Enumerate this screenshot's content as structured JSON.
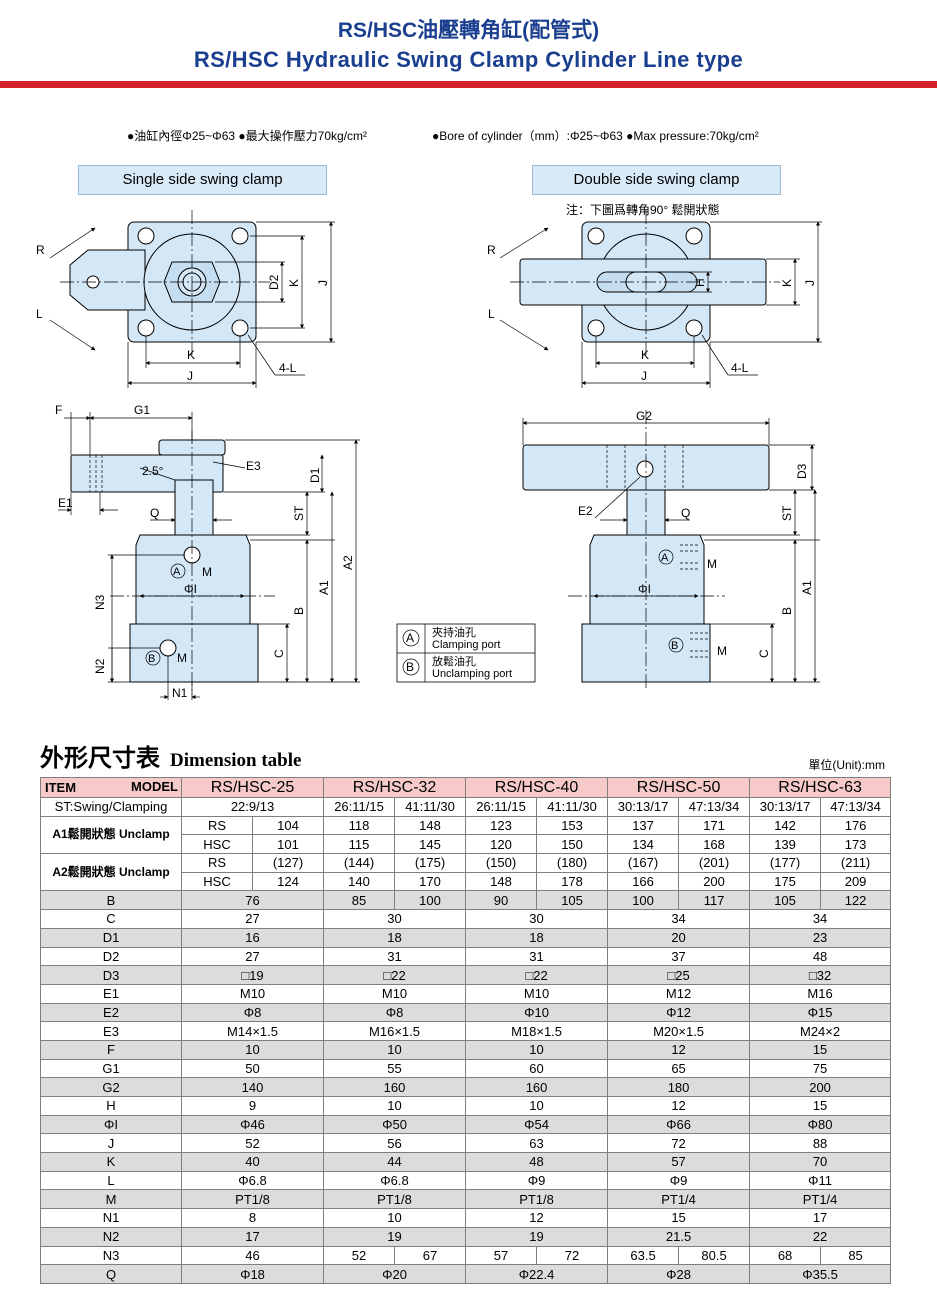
{
  "header": {
    "title_cn": "RS/HSC油壓轉角缸(配管式)",
    "title_en": "RS/HSC Hydraulic Swing Clamp Cylinder Line type",
    "spec_cn": "●油缸內徑Φ25~Φ63 ●最大操作壓力70kg/cm²",
    "spec_en": "●Bore of cylinder（mm）:Φ25~Φ63 ●Max pressure:70kg/cm²"
  },
  "captions": {
    "single": "Single side swing clamp",
    "double": "Double side swing clamp",
    "note": "注：下圖爲轉角90° 鬆開狀態"
  },
  "drawing_labels": {
    "R": "R",
    "L": "L",
    "K": "K",
    "J": "J",
    "D2": "D2",
    "H": "H",
    "L4": "4-L",
    "F": "F",
    "G1": "G1",
    "G2": "G2",
    "E1": "E1",
    "E2": "E2",
    "E3": "E3",
    "Q": "Q",
    "D1": "D1",
    "D3": "D3",
    "ST": "ST",
    "A1": "A1",
    "A2": "A2",
    "B": "B",
    "C": "C",
    "N1": "N1",
    "N2": "N2",
    "N3": "N3",
    "PhiI": "ΦI",
    "M": "M",
    "A": "A",
    "Bport": "B",
    "angle": "2.5°"
  },
  "legend": {
    "a_cn": "夾持油孔",
    "a_en": "Clamping port",
    "b_cn": "放鬆油孔",
    "b_en": "Unclamping port"
  },
  "section": {
    "title_cn": "外形尺寸表",
    "title_en": "Dimension table",
    "unit": "單位(Unit):mm"
  },
  "table": {
    "item": "ITEM",
    "model": "MODEL",
    "models": [
      "RS/HSC-25",
      "RS/HSC-32",
      "RS/HSC-40",
      "RS/HSC-50",
      "RS/HSC-63"
    ],
    "st_label": "ST:Swing/Clamping",
    "st": [
      "22:9/13",
      "26:11/15",
      "41:11/30",
      "26:11/15",
      "41:11/30",
      "30:13/17",
      "47:13/34",
      "30:13/17",
      "47:13/34"
    ],
    "a1_label": "A1鬆開狀態 Unclamp",
    "a2_label": "A2鬆開狀態 Unclamp",
    "rs": "RS",
    "hsc": "HSC",
    "a1_rs": [
      "104",
      "118",
      "148",
      "123",
      "153",
      "137",
      "171",
      "142",
      "176"
    ],
    "a1_hsc": [
      "101",
      "115",
      "145",
      "120",
      "150",
      "134",
      "168",
      "139",
      "173"
    ],
    "a2_rs": [
      "(127)",
      "(144)",
      "(175)",
      "(150)",
      "(180)",
      "(167)",
      "(201)",
      "(177)",
      "(211)"
    ],
    "a2_hsc": [
      "124",
      "140",
      "170",
      "148",
      "178",
      "166",
      "200",
      "175",
      "209"
    ],
    "B": {
      "label": "B",
      "values": [
        "76",
        "85",
        "100",
        "90",
        "105",
        "100",
        "117",
        "105",
        "122"
      ]
    },
    "rows": [
      {
        "label": "C",
        "values": [
          "27",
          "30",
          "30",
          "34",
          "34"
        ]
      },
      {
        "label": "D1",
        "values": [
          "16",
          "18",
          "18",
          "20",
          "23"
        ]
      },
      {
        "label": "D2",
        "values": [
          "27",
          "31",
          "31",
          "37",
          "48"
        ]
      },
      {
        "label": "D3",
        "values": [
          "□19",
          "□22",
          "□22",
          "□25",
          "□32"
        ]
      },
      {
        "label": "E1",
        "values": [
          "M10",
          "M10",
          "M10",
          "M12",
          "M16"
        ]
      },
      {
        "label": "E2",
        "values": [
          "Φ8",
          "Φ8",
          "Φ10",
          "Φ12",
          "Φ15"
        ]
      },
      {
        "label": "E3",
        "values": [
          "M14×1.5",
          "M16×1.5",
          "M18×1.5",
          "M20×1.5",
          "M24×2"
        ]
      },
      {
        "label": "F",
        "values": [
          "10",
          "10",
          "10",
          "12",
          "15"
        ]
      },
      {
        "label": "G1",
        "values": [
          "50",
          "55",
          "60",
          "65",
          "75"
        ]
      },
      {
        "label": "G2",
        "values": [
          "140",
          "160",
          "160",
          "180",
          "200"
        ]
      },
      {
        "label": "H",
        "values": [
          "9",
          "10",
          "10",
          "12",
          "15"
        ]
      },
      {
        "label": "ΦI",
        "values": [
          "Φ46",
          "Φ50",
          "Φ54",
          "Φ66",
          "Φ80"
        ]
      },
      {
        "label": "J",
        "values": [
          "52",
          "56",
          "63",
          "72",
          "88"
        ]
      },
      {
        "label": "K",
        "values": [
          "40",
          "44",
          "48",
          "57",
          "70"
        ]
      },
      {
        "label": "L",
        "values": [
          "Φ6.8",
          "Φ6.8",
          "Φ9",
          "Φ9",
          "Φ11"
        ]
      },
      {
        "label": "M",
        "values": [
          "PT1/8",
          "PT1/8",
          "PT1/8",
          "PT1/4",
          "PT1/4"
        ]
      },
      {
        "label": "N1",
        "values": [
          "8",
          "10",
          "12",
          "15",
          "17"
        ]
      },
      {
        "label": "N2",
        "values": [
          "17",
          "19",
          "19",
          "21.5",
          "22"
        ]
      }
    ],
    "N3": {
      "label": "N3",
      "values": [
        "46",
        "52",
        "67",
        "57",
        "72",
        "63.5",
        "80.5",
        "68",
        "85"
      ]
    },
    "Q": {
      "label": "Q",
      "values": [
        "Φ18",
        "Φ20",
        "Φ22.4",
        "Φ28",
        "Φ35.5"
      ]
    }
  }
}
